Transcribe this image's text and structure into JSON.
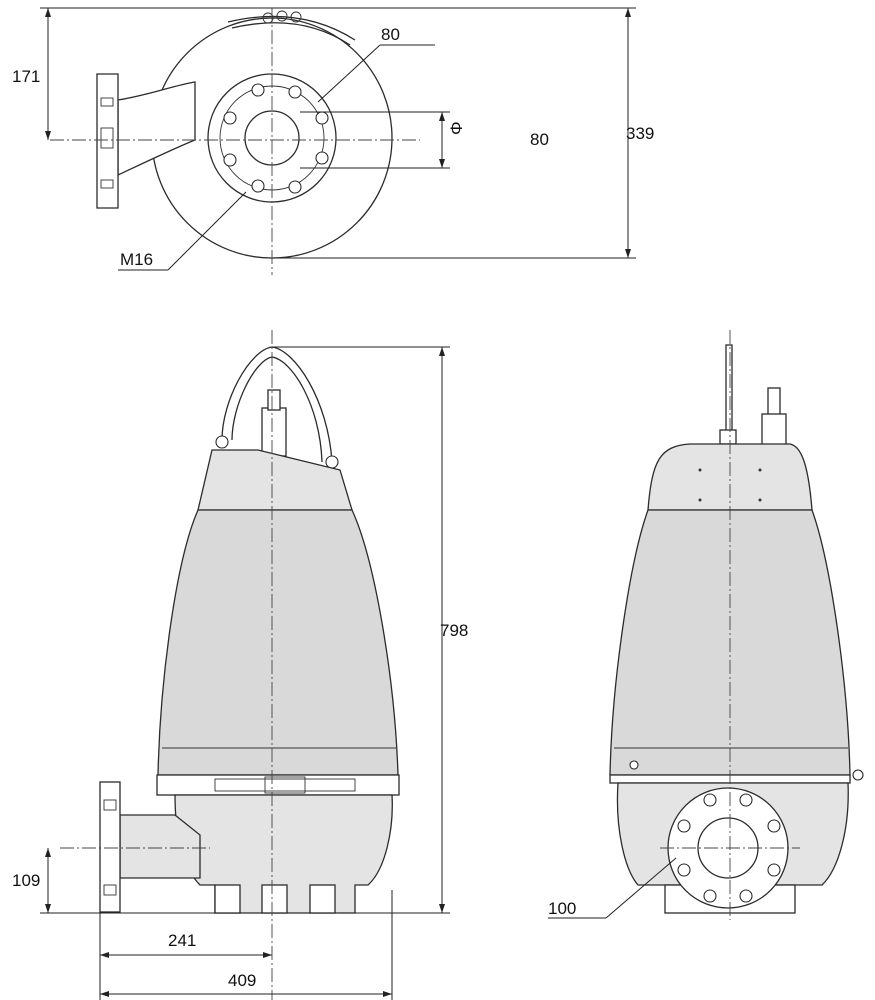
{
  "top_view": {
    "dim_height_offset": "171",
    "dim_total": "339",
    "dim_bolt_circle": "80",
    "dim_outlet_dia": "80",
    "diameter_symbol": "Φ",
    "thread_label": "M16"
  },
  "front_view": {
    "dim_height": "798",
    "dim_outlet_height": "109",
    "dim_outlet_offset": "241",
    "dim_length": "409"
  },
  "side_view": {
    "dim_flange": "100"
  }
}
